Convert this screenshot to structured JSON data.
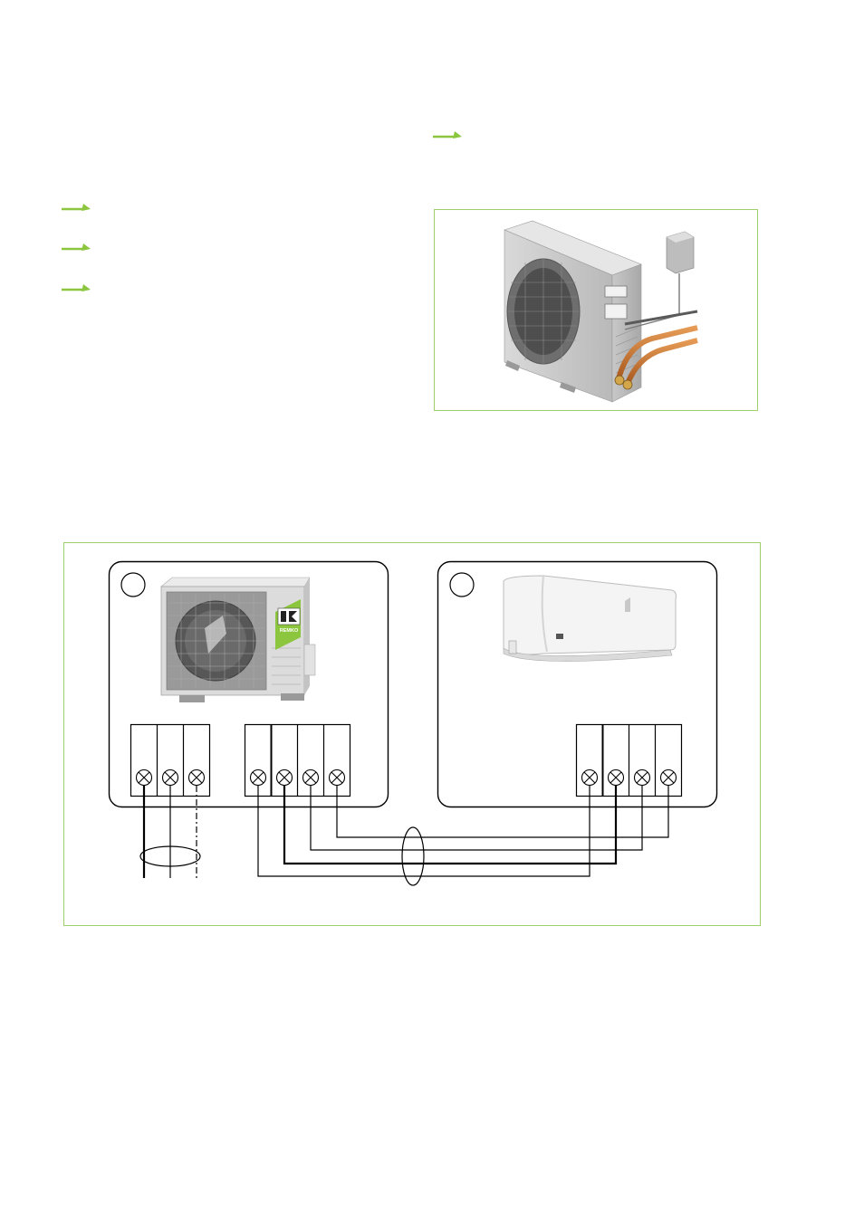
{
  "colors": {
    "accent_green": "#8cc63f",
    "frame_green": "#9fcf6b",
    "line": "#000000"
  },
  "icons": {
    "bullet": "arrow-right-icon",
    "terminal": "terminal-screw-icon"
  },
  "outdoor_unit": {
    "logo_text": "REMKO",
    "power_terminals": 3,
    "link_terminals": 4
  },
  "indoor_unit": {
    "link_terminals": 4
  }
}
